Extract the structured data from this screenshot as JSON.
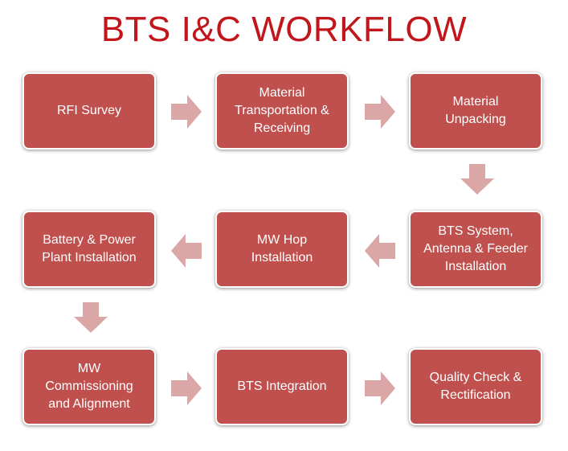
{
  "title": "BTS I&C WORKFLOW",
  "colors": {
    "title": "#c0161c",
    "box": "#c0504d",
    "arrow": "#dba7a6"
  },
  "steps": [
    {
      "label": "RFI Survey"
    },
    {
      "label": "Material\nTransportation &\nReceiving"
    },
    {
      "label": "Material\nUnpacking"
    },
    {
      "label": "BTS System,\nAntenna & Feeder\nInstallation"
    },
    {
      "label": "MW Hop\nInstallation"
    },
    {
      "label": "Battery & Power\nPlant Installation"
    },
    {
      "label": "MW\nCommissioning\nand Alignment"
    },
    {
      "label": "BTS Integration"
    },
    {
      "label": "Quality Check &\nRectification"
    }
  ],
  "arrows": [
    "right",
    "right",
    "down",
    "left",
    "left",
    "down",
    "right",
    "right"
  ]
}
